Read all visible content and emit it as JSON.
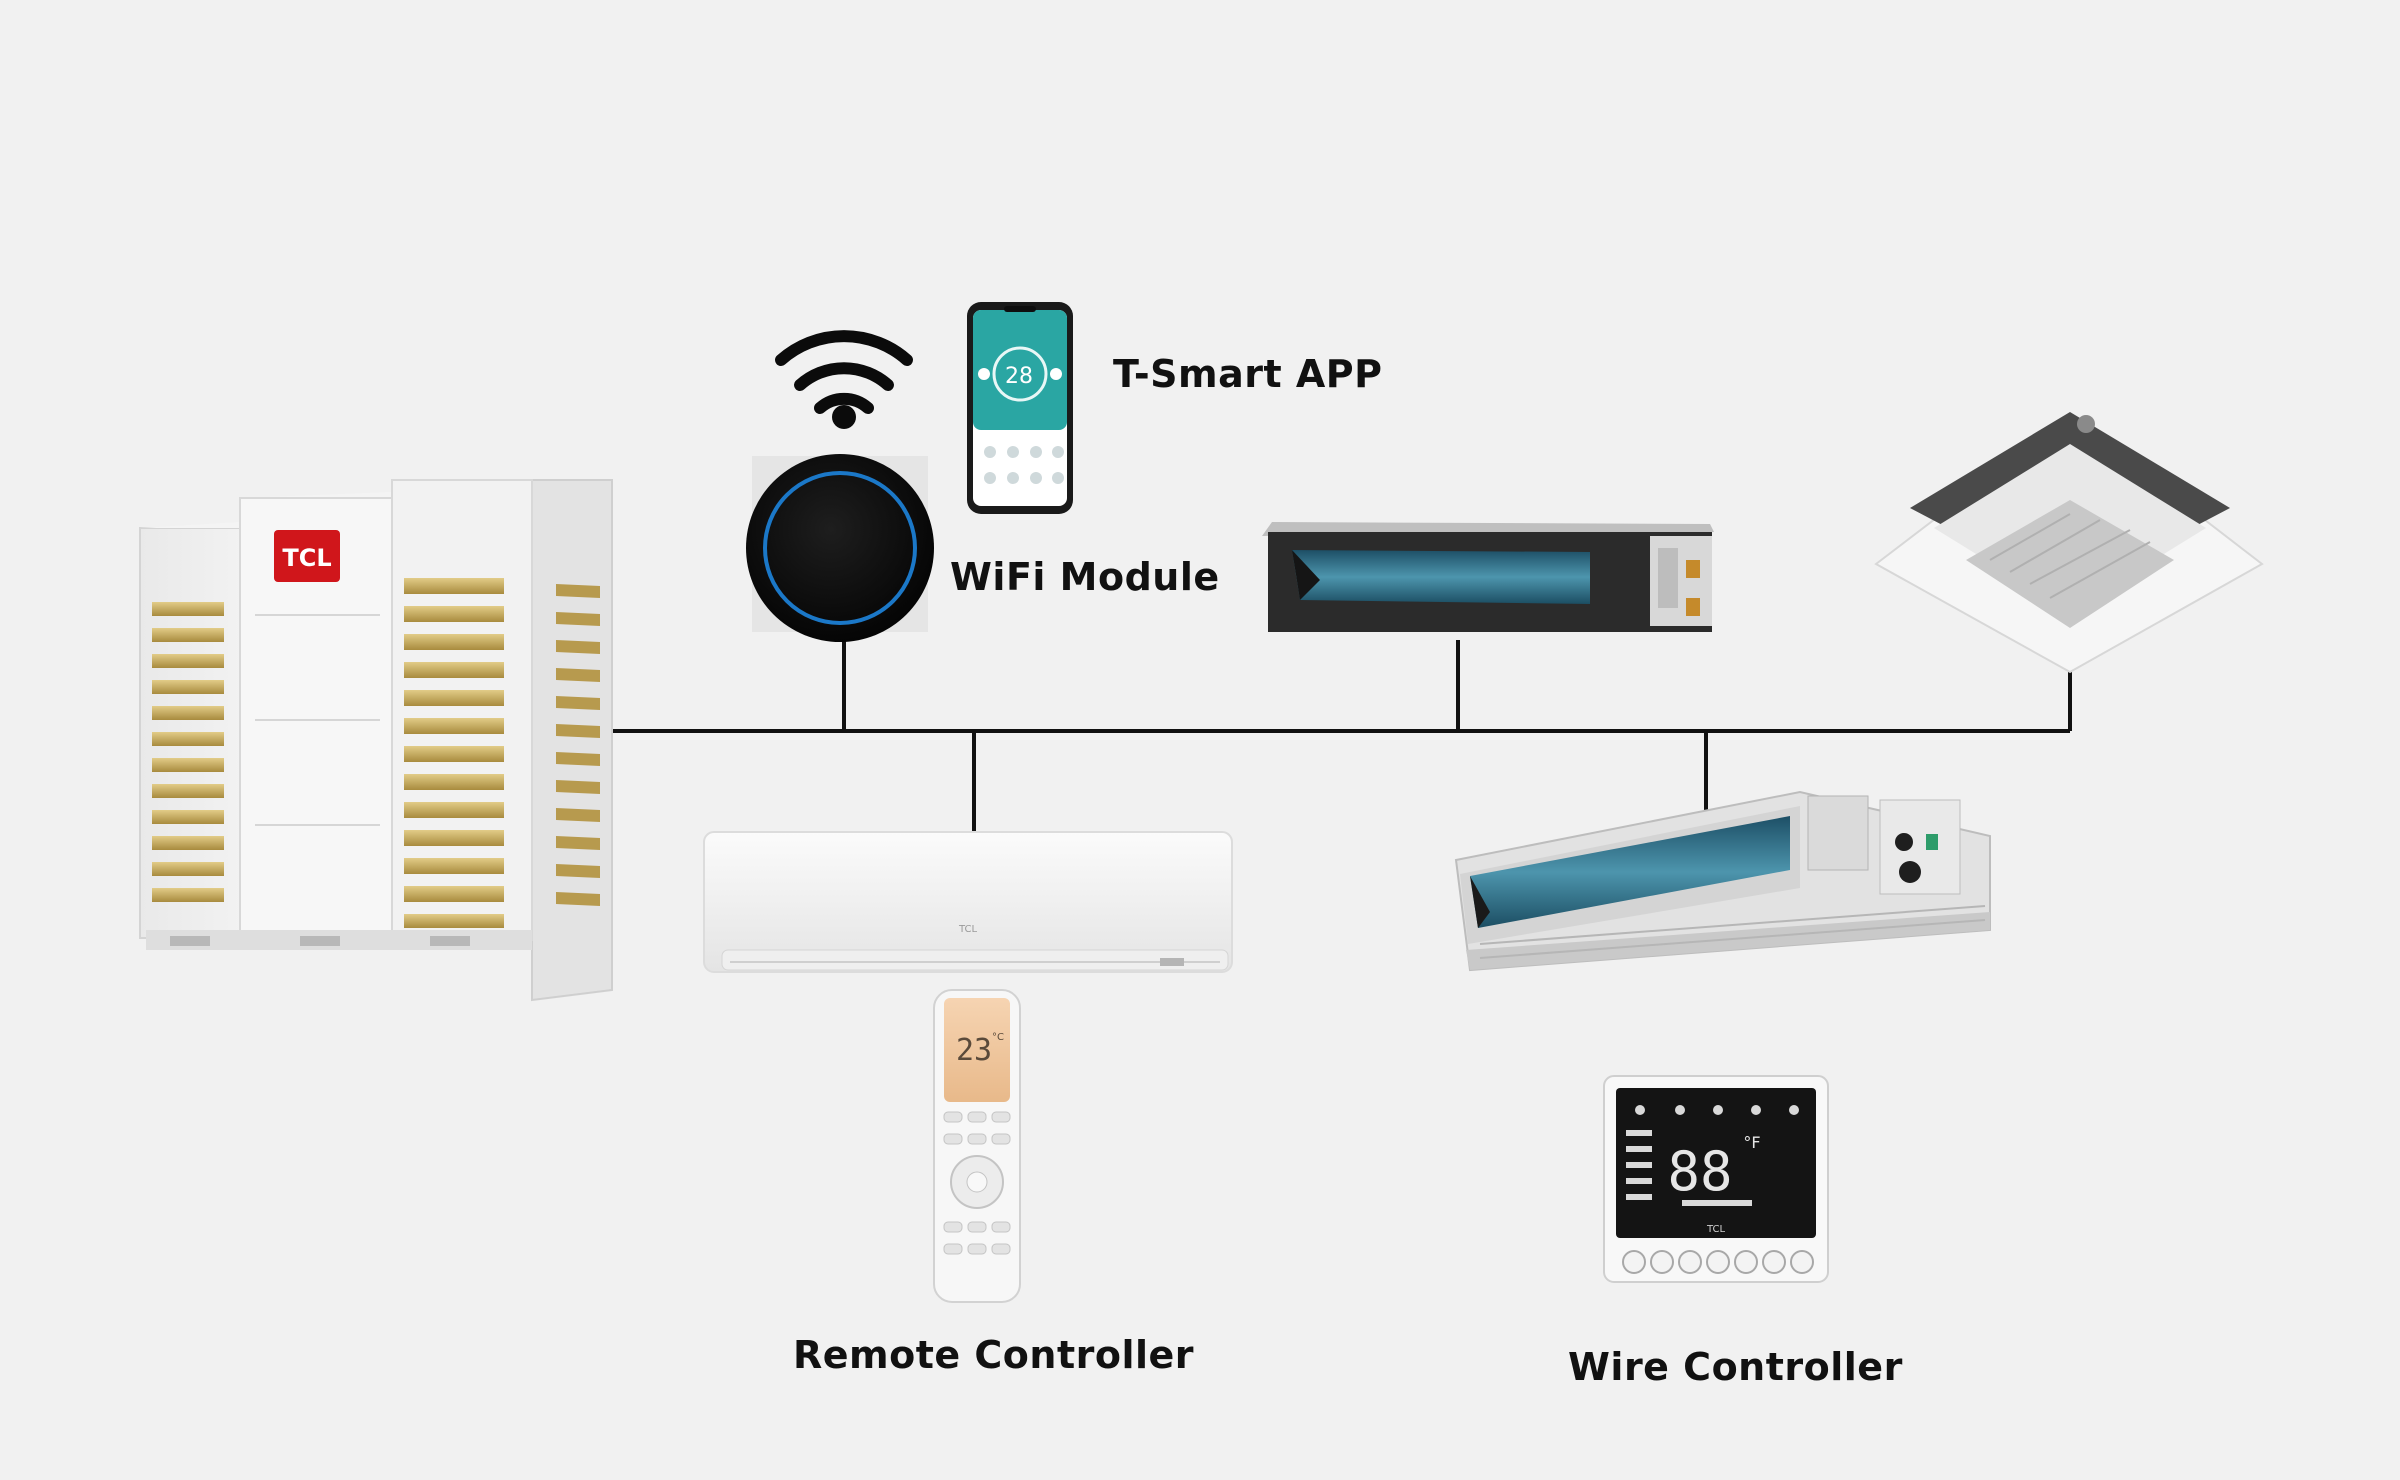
{
  "labels": {
    "app": "T-Smart APP",
    "wifi_module": "WiFi Module",
    "remote_controller": "Remote Controller",
    "wire_controller": "Wire Controller"
  },
  "brand": {
    "logo_text": "TCL",
    "logo_color": "#d0161b"
  },
  "phone": {
    "temperature": "28"
  },
  "remote": {
    "temperature": "23",
    "unit": "°C"
  },
  "wire_controller_display": {
    "temperature": "88",
    "unit": "°F"
  },
  "colors": {
    "background": "#f1f1f1",
    "line": "#111111",
    "louver": "#c9ad62",
    "duct_blue": "#2f6f8a"
  }
}
